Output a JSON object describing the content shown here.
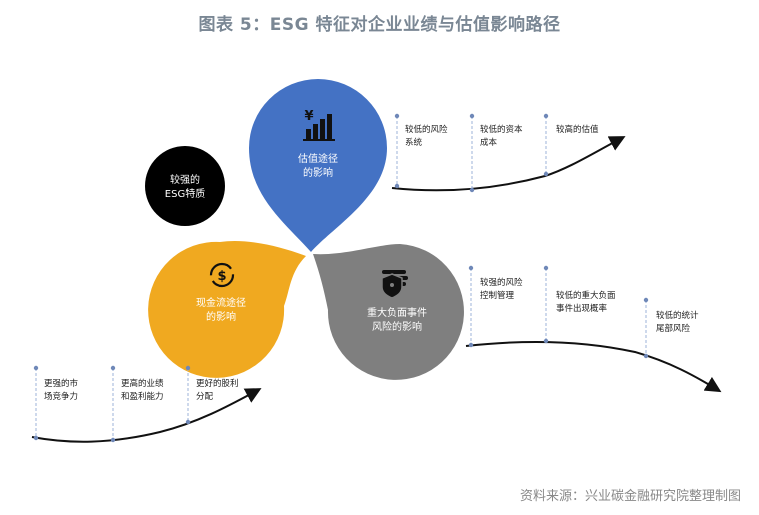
{
  "title": "图表 5：ESG 特征对企业业绩与估值影响路径",
  "source": "资料来源：兴业碳金融研究院整理制图",
  "center": {
    "line1": "较强的",
    "line2": "ESG特质"
  },
  "petals": {
    "valuation": {
      "line1": "估值途径",
      "line2": "的影响",
      "icon": "bar-chart-yen-icon",
      "color": "#4472C4"
    },
    "cashflow": {
      "line1": "现金流途径",
      "line2": "的影响",
      "icon": "dollar-cycle-icon",
      "color": "#F0A920"
    },
    "risk": {
      "line1": "重大负面事件",
      "line2": "风险的影响",
      "icon": "shield-coins-icon",
      "color": "#7F7F7F"
    }
  },
  "paths": {
    "valuation": [
      {
        "line1": "较低的风险",
        "line2": "系统"
      },
      {
        "line1": "较低的资本",
        "line2": "成本"
      },
      {
        "line1": "较高的估值",
        "line2": ""
      }
    ],
    "cashflow": [
      {
        "line1": "更强的市",
        "line2": "场竞争力"
      },
      {
        "line1": "更高的业绩",
        "line2": "和盈利能力"
      },
      {
        "line1": "更好的股利",
        "line2": "分配"
      }
    ],
    "risk": [
      {
        "line1": "较强的风险",
        "line2": "控制管理"
      },
      {
        "line1": "较低的重大负面",
        "line2": "事件出现概率"
      },
      {
        "line1": "较低的统计",
        "line2": "尾部风险"
      }
    ]
  }
}
